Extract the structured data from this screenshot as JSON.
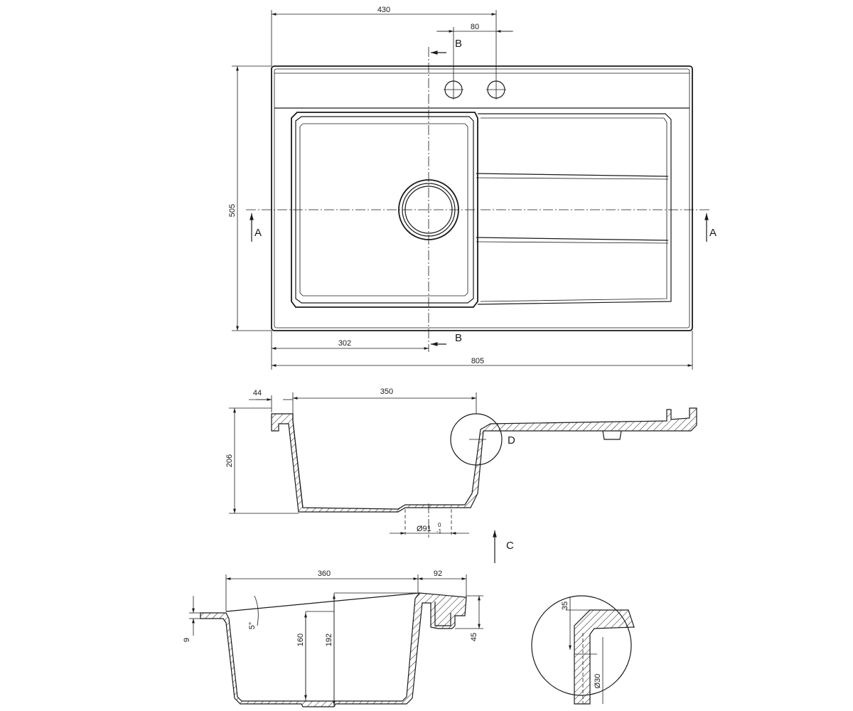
{
  "dimensions": {
    "top_offset": "430",
    "tap_spacing": "80",
    "height": "505",
    "drain_offset": "302",
    "width": "805",
    "flange": "44",
    "bowl_width": "350",
    "depth": "206",
    "drain_diameter_prefix": "Ø91",
    "drain_tol_upper": "0",
    "drain_tol_lower": "-1",
    "side_width": "360",
    "side_flange": "92",
    "rim": "9",
    "angle": "5°",
    "inner_depth": "160",
    "total_depth": "192",
    "rear_height": "45",
    "detail_thickness": "35",
    "detail_diameter": "Ø30"
  },
  "labels": {
    "section_a": "A",
    "section_b": "B",
    "view_c": "C",
    "detail_d": "D"
  }
}
